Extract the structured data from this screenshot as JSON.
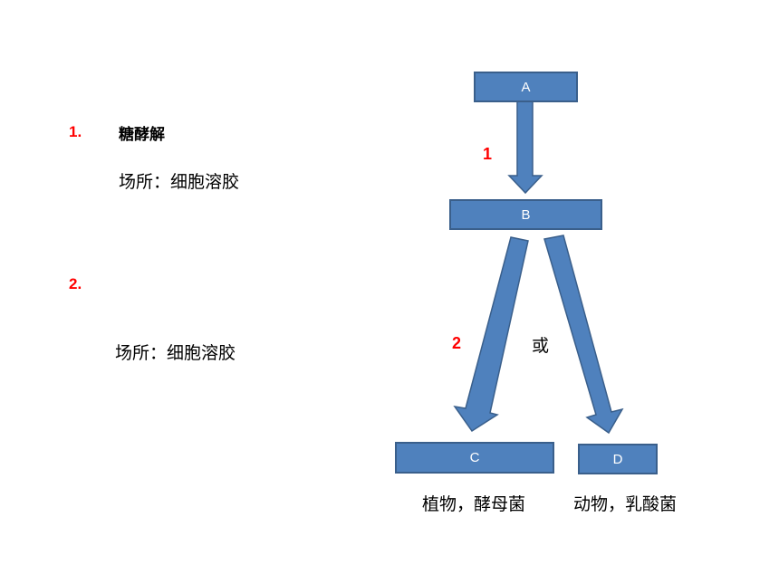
{
  "left_panel": {
    "steps": [
      {
        "number": "1.",
        "title": "糖酵解",
        "location": "场所：细胞溶胶"
      },
      {
        "number": "2.",
        "title": "",
        "location": "场所：细胞溶胶"
      }
    ]
  },
  "diagram": {
    "nodes": {
      "a": "A",
      "b": "B",
      "c": "C",
      "d": "D"
    },
    "arrow_labels": {
      "a_to_b": "1",
      "b_to_c": "2"
    },
    "or_text": "或",
    "captions": {
      "c": "植物，酵母菌",
      "d": "动物，乳酸菌"
    },
    "colors": {
      "fill": "#4f81bd",
      "stroke": "#3a5f8b",
      "label": "#ff0000"
    }
  }
}
